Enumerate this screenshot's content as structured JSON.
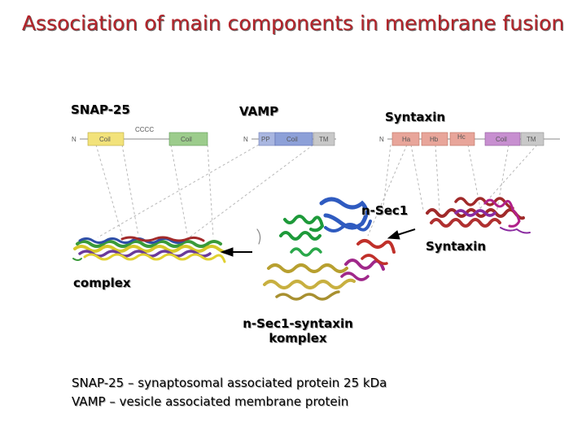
{
  "title": "Association of main components in membrane fusion",
  "labels": {
    "snap25": "SNAP-25",
    "vamp": "VAMP",
    "syntaxin_top": "Syntaxin",
    "nsec1": "n-Sec1",
    "syntaxin_right": "Syntaxin",
    "complex": "complex",
    "nsec1_syntaxin_line1": "n-Sec1-syntaxin",
    "nsec1_syntaxin_line2": "komplex"
  },
  "domains": {
    "snap25": {
      "n": "N",
      "coil1": "Coil",
      "cccc": "CCCC",
      "coil2": "Coil"
    },
    "vamp": {
      "n": "N",
      "pp": "PP",
      "coil": "Coil",
      "tm": "TM"
    },
    "syntaxin": {
      "n": "N",
      "ha": "Ha",
      "hb": "Hb",
      "hc": "Hc",
      "coil": "Coil",
      "tm": "TM"
    }
  },
  "legend": {
    "line1": "SNAP-25 – synaptosomal associated protein 25 kDa",
    "line2": "VAMP – vesicle associated membrane protein"
  },
  "colors": {
    "title": "#b3242a",
    "coil_yellow": "#f2e27a",
    "coil_green": "#9ccc8c",
    "pp_blue": "#a9b6e0",
    "coil_blue": "#8da0d8",
    "tm_gray": "#c8c8c8",
    "h_pink": "#e8a59a",
    "coil_purple": "#c78fd0"
  }
}
